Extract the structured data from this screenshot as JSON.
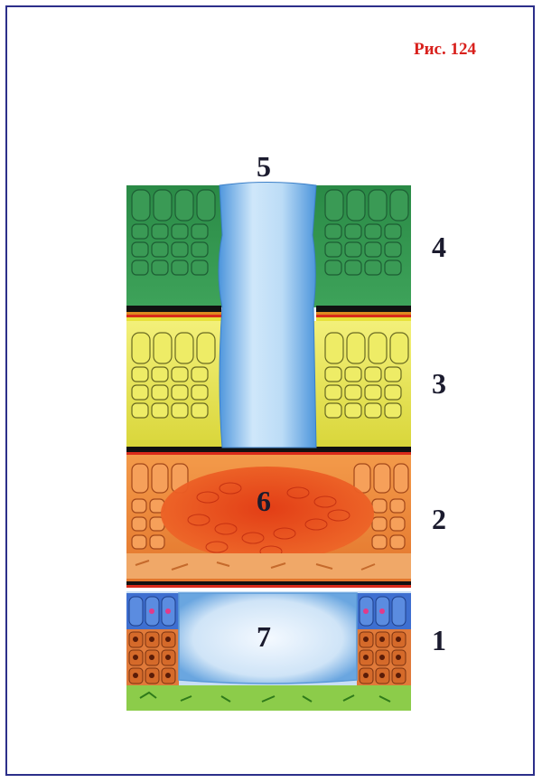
{
  "figure": {
    "title": "Рис. 124"
  },
  "labels": {
    "top_channel": "5",
    "layer_4": "4",
    "layer_3": "3",
    "layer_2": "2",
    "layer_1": "1",
    "center_mass": "6",
    "bottom_cavity": "7"
  },
  "colors": {
    "frame": "#2c2f8a",
    "title": "#d8201c",
    "layer_4": "#2f8a4a",
    "layer_3": "#dede3a",
    "layer_2": "#e9873a",
    "mass_6": "#e2421c",
    "layer_1_cells": "#c9602a",
    "layer_1_top_cells": "#3e6fd0",
    "channel": "#8fc4ee",
    "connective": "#8ccc4a"
  }
}
